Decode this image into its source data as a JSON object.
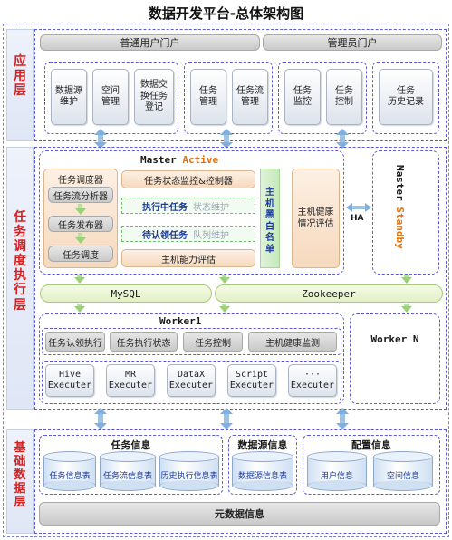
{
  "title": "数据开发平台-总体架构图",
  "app_layer": {
    "label": "应\n用\n层",
    "user_portal": "普通用户门户",
    "admin_portal": "管理员门户",
    "group1": [
      "数据源\n维护",
      "空间\n管理",
      "数据交\n换任务\n登记"
    ],
    "group2": [
      "任务\n管理",
      "任务流\n管理"
    ],
    "group3": [
      "任务\n监控",
      "任务\n控制"
    ],
    "group4": [
      "任务\n历史记录"
    ]
  },
  "exec_layer": {
    "label": "任\n务\n调\n度\n执\n行\n层",
    "master_prefix": "Master",
    "master_state": "Active",
    "scheduler_title": "任务调度器",
    "scheduler_items": [
      "任务流分析器",
      "任务发布器",
      "任务调度"
    ],
    "monitor": "任务状态监控&控制器",
    "running_task": "执行中任务",
    "state_maint": "状态维护",
    "pending_task": "待认领任务",
    "queue_maint": "队列维护",
    "host_capacity": "主机能力评估",
    "host_list": "主\n机\n黑\n白\n名\n单",
    "host_health": "主机健康\n情况评估",
    "ha": "HA",
    "standby_prefix": "Master",
    "standby_state": "Standby",
    "mysql": "MySQL",
    "zookeeper": "Zookeeper",
    "worker1": "Worker1",
    "worker_items": [
      "任务认领执行",
      "任务执行状态",
      "任务控制",
      "主机健康监测"
    ],
    "executers": [
      "Hive\nExecuter",
      "MR\nExecuter",
      "DataX\nExecuter",
      "Script\nExecuter",
      "···\nExecuter"
    ],
    "worker_n": "Worker N"
  },
  "base_layer": {
    "label": "基\n础\n数\n据\n层",
    "task_info_title": "任务信息",
    "task_tables": [
      "任务信息表",
      "任务流信息表",
      "历史执行信息表"
    ],
    "ds_title": "数据源信息",
    "ds_tables": [
      "数据源信息表"
    ],
    "config_title": "配置信息",
    "config_tables": [
      "用户信息",
      "空间信息"
    ],
    "meta": "元数据信息"
  },
  "colors": {
    "accent_red": "#d32020",
    "layer_border": "#5a5ad6",
    "master_orange": "#e8700a"
  }
}
